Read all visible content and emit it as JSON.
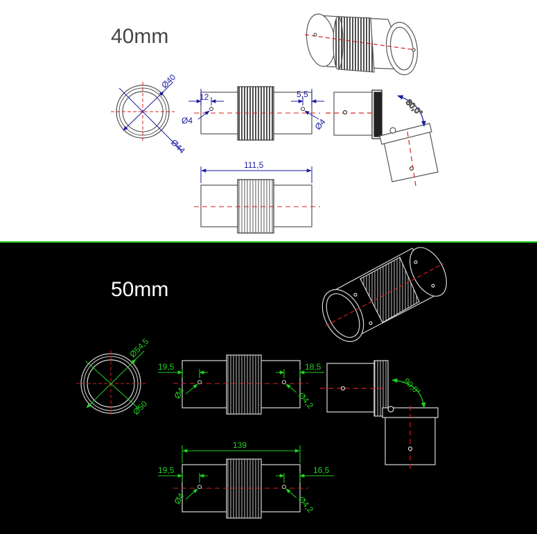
{
  "panels": {
    "top": {
      "heading": "40mm",
      "background": "#ffffff",
      "line_color": "#555555",
      "dim_color": "#1a1aa0",
      "center_color": "#d42020",
      "dims": {
        "d_outer": "Ø40",
        "d_inner": "Ø44",
        "hole_offset_left": "12",
        "hole_offset_right": "5,5",
        "hole_left": "Ø4",
        "hole_right": "Ø4",
        "angle": "80,0°",
        "length": "111,5"
      }
    },
    "bottom": {
      "heading": "50mm",
      "background": "#000000",
      "line_color": "#d8d8d8",
      "dim_color": "#22d022",
      "center_color": "#d42020",
      "dims": {
        "d_outer": "Ø54,5",
        "d_inner": "Ø50",
        "hole_offset_left": "19,5",
        "hole_offset_right": "18,5",
        "hole_left": "Ø4",
        "hole_right": "Ø4,2",
        "angle": "90,0°",
        "length": "139",
        "hole_offset_left_2": "19,5",
        "hole_offset_right_2": "16,5",
        "hole_left_2": "Ø4",
        "hole_right_2": "Ø4,2"
      }
    }
  },
  "divider_color": "#19c419"
}
